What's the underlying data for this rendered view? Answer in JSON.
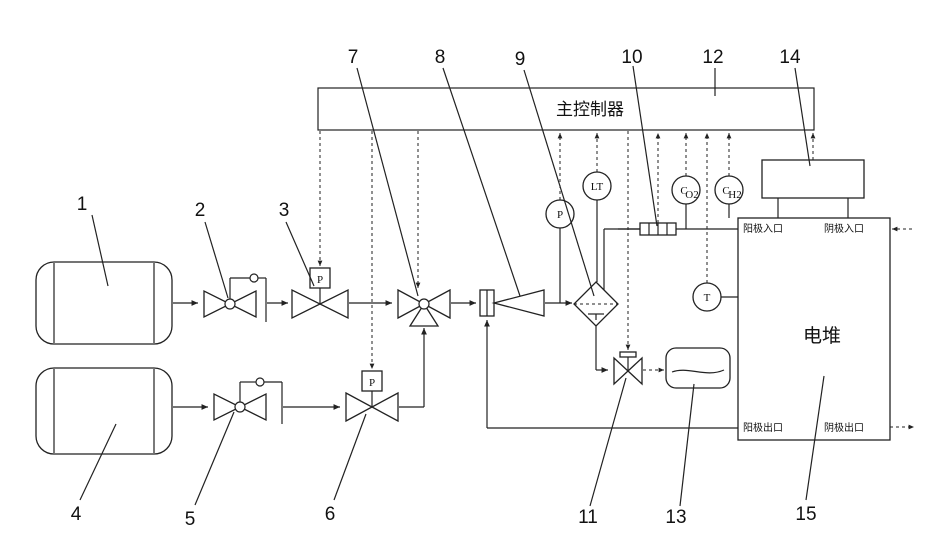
{
  "title": "",
  "controller_label": "主控制器",
  "stack_label": "电堆",
  "ports": {
    "cathode_inlet": "阴极入口",
    "anode_inlet": "阳极入口",
    "cathode_outlet": "阴极出口",
    "anode_outlet": "阳极出口"
  },
  "instruments": {
    "pressure_p": "P",
    "level_lt": "LT",
    "conc_o2": "CO2",
    "conc_h2": "CH2",
    "temperature": "T"
  },
  "callouts": [
    "1",
    "2",
    "3",
    "4",
    "5",
    "6",
    "7",
    "8",
    "9",
    "10",
    "11",
    "12",
    "13",
    "14",
    "15"
  ],
  "colors": {
    "line": "#222222",
    "background": "#ffffff"
  }
}
